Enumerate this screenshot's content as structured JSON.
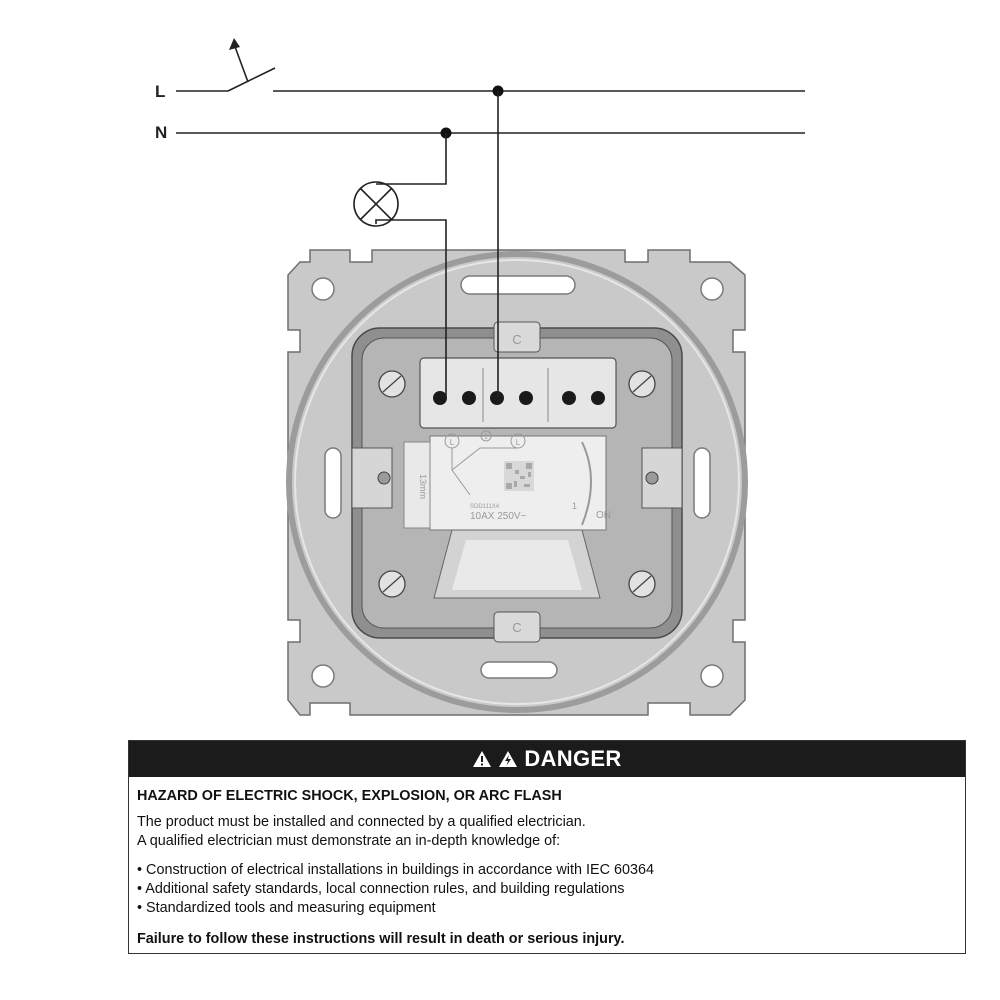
{
  "diagram": {
    "wire_labels": {
      "line": "L",
      "neutral": "N"
    },
    "plate": {
      "rating": "10AX 250V~",
      "ref_small": "SDD111X4",
      "strip_length": "13mm",
      "terminal_marks": [
        "L",
        "1",
        "L"
      ],
      "position_number": "1",
      "state": "ON",
      "clip_marks": [
        "C",
        "C"
      ]
    },
    "icons": [
      "switch-symbol-icon",
      "lamp-symbol-icon",
      "qr-code-icon"
    ]
  },
  "danger": {
    "header": "DANGER",
    "hazard_title": "HAZARD OF ELECTRIC SHOCK, EXPLOSION, OR ARC FLASH",
    "paragraph_lines": [
      "The product must be installed and connected by a qualified electrician.",
      "A qualified electrician must demonstrate an in-depth knowledge of:"
    ],
    "bullets": [
      "Construction of electrical installations in buildings in accordance with IEC 60364",
      "Additional safety standards, local connection rules, and building regulations",
      "Standardized tools and measuring equipment"
    ],
    "footer": "Failure to follow these instructions will result in death or serious injury."
  }
}
